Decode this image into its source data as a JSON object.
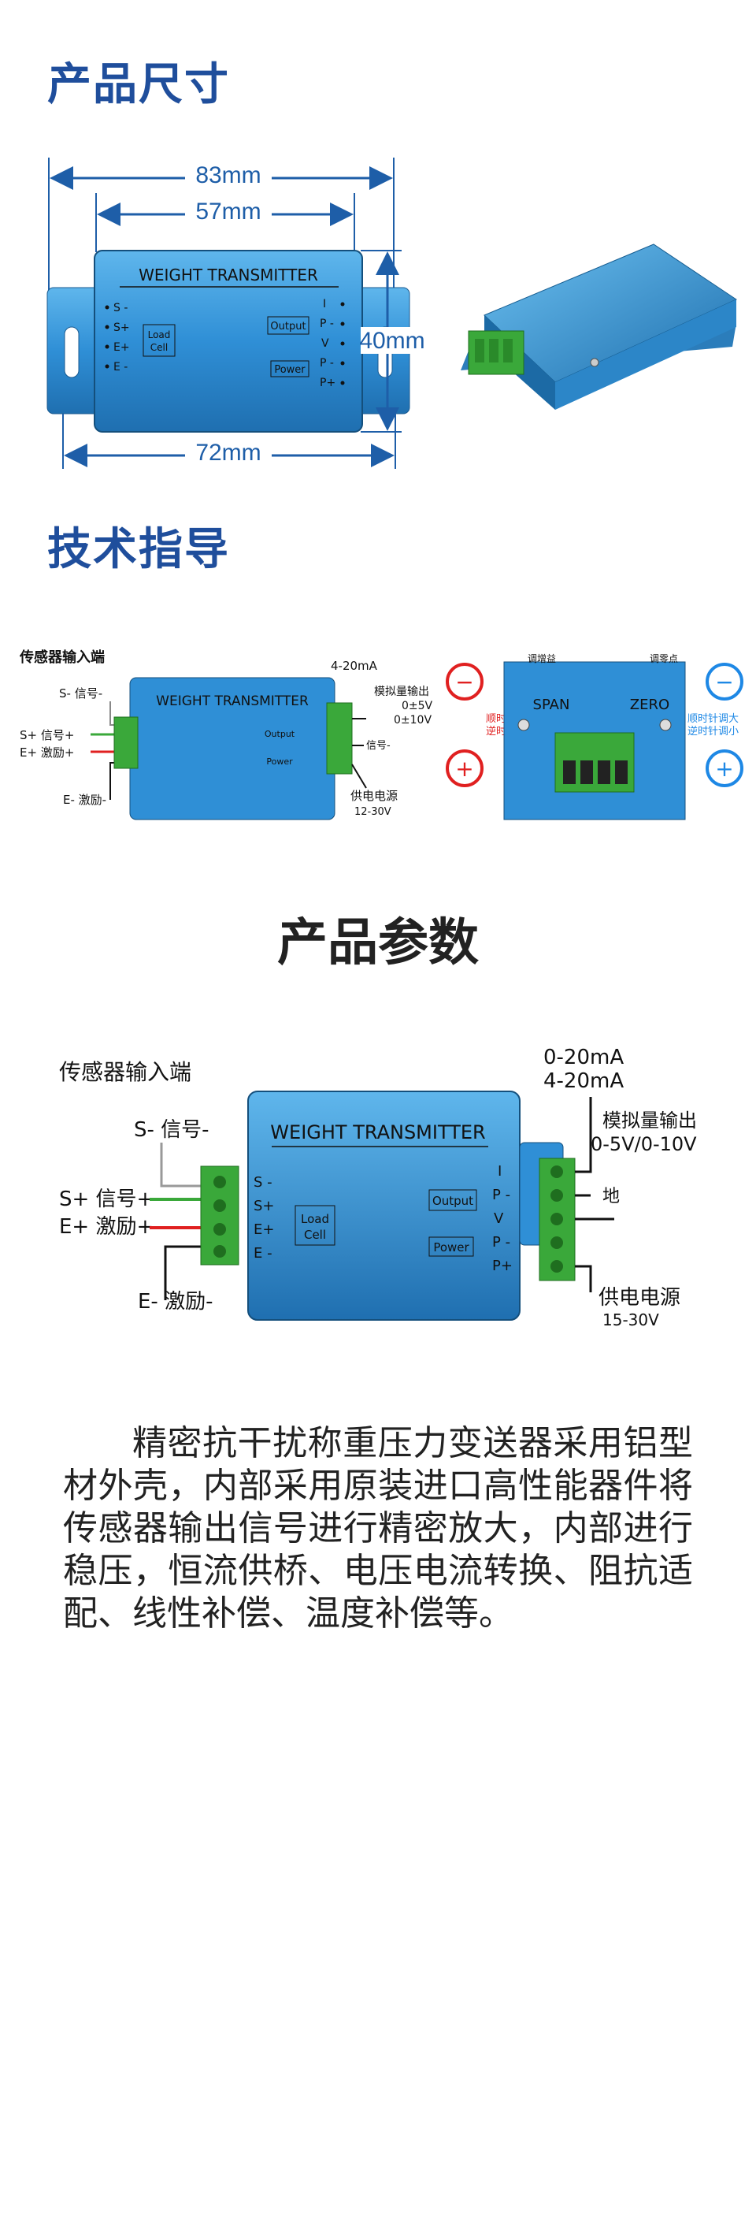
{
  "sections": {
    "dimensions_title": "产品尺寸",
    "tech_title": "技术指导",
    "params_title": "产品参数"
  },
  "dimensions": {
    "overall": "83mm",
    "body_width": "57mm",
    "base_width": "72mm",
    "height": "40mm"
  },
  "device": {
    "name": "WEIGHT  TRANSMITTER",
    "left_pins": [
      "S -",
      "S+",
      "E+",
      "E -"
    ],
    "load_cell_line1": "Load",
    "load_cell_line2": "Cell",
    "output_label": "Output",
    "power_label": "Power",
    "right_pins": [
      "I",
      "P -",
      "V",
      "P -",
      "P+"
    ]
  },
  "tech": {
    "sensor_input": "传感器输入端",
    "s_minus": "S- 信号-",
    "s_plus": "S+ 信号+",
    "e_plus": "E+ 激励+",
    "e_minus": "E- 激励-",
    "current_out": "4-20mA",
    "analog_out": "模拟量输出",
    "v1": "0±5V",
    "v2": "0±10V",
    "signal_neg": "信号-",
    "power_supply": "供电电源",
    "power_range": "12-30V",
    "gain_label": "调增益",
    "zero_label": "调零点",
    "span": "SPAN",
    "zero": "ZERO",
    "cw_up": "顺时针调大",
    "ccw_down": "逆时针调小"
  },
  "params": {
    "sensor_input": "传感器输入端",
    "s_minus": "S- 信号-",
    "s_plus": "S+ 信号+",
    "e_plus": "E+ 激励+",
    "e_minus": "E- 激励-",
    "current1": "0-20mA",
    "current2": "4-20mA",
    "analog_out": "模拟量输出",
    "voltage": "0-5V/0-10V",
    "ground": "地",
    "power_supply": "供电电源",
    "power_range": "15-30V"
  },
  "description": "精密抗干扰称重压力变送器采用铝型材外壳，内部采用原装进口高性能器件将传感器输出信号进行精密放大，内部进行稳压，恒流供桥、电压电流转换、阻抗适配、线性补偿、温度补偿等。",
  "colors": {
    "title_blue": "#1f4e9c",
    "device_blue": "#2f8fd6",
    "arrow_blue": "#1e5ea8",
    "terminal_green": "#3aa83a",
    "dial_red": "#e02020",
    "dial_blue": "#1e88e5"
  }
}
